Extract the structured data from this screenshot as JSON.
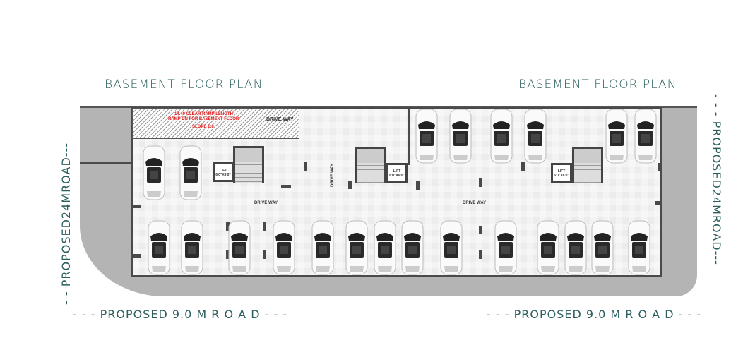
{
  "titles": {
    "left": "BASEMENT FLOOR PLAN",
    "right": "BASEMENT FLOOR PLAN"
  },
  "roads": {
    "bottom_left": "- - - PROPOSED 9.0 M R O A D - - -",
    "bottom_right": "- - - PROPOSED 9.0 M R O A D - - -",
    "left": "- - PROPOSED24MROAD---",
    "right": "- - - PROPOSED24MROAD---"
  },
  "ramp": {
    "line1": "14.40 CLEAR RAMP LENGTH",
    "line2": "RAMP DN FOR BASEMENT FLOOR",
    "line3": "SLOPE 1:8"
  },
  "labels": {
    "drive_way_top": "DRIVE WAY",
    "drive_way_left": "DRIVE WAY",
    "drive_way_vertical": "DRIVE WAY",
    "drive_way_right": "DRIVE WAY"
  },
  "lifts": [
    {
      "label": "LIFT",
      "size": "6'0\"X6'0\""
    },
    {
      "label": "LIFT",
      "size": "6'0\"X6'0\""
    },
    {
      "label": "LIFT",
      "size": "6'0\"X6'0\""
    }
  ],
  "colors": {
    "accent": "#2d5f5f",
    "ramp_text": "#e21b1b"
  }
}
